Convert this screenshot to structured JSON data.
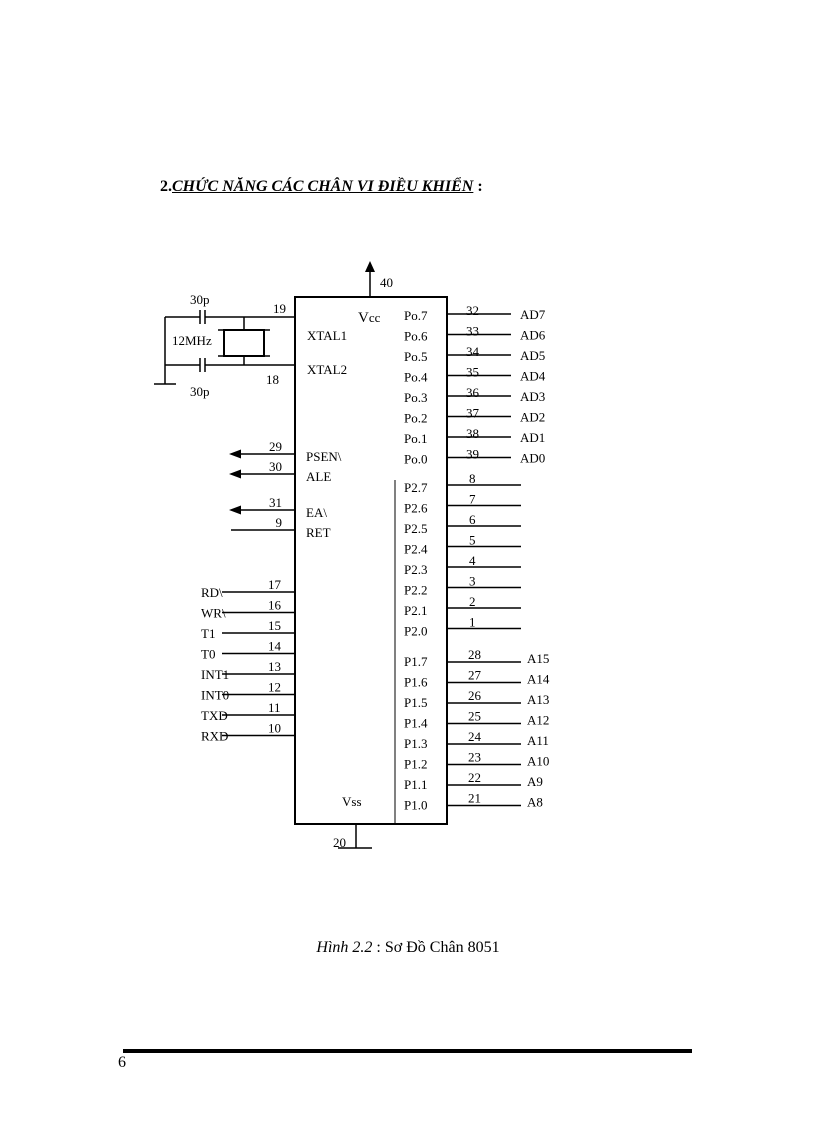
{
  "heading": {
    "number": "2.",
    "title": "CHỨC NĂNG CÁC CHÂN VI ĐIỀU KHIỂN",
    "suffix": " :"
  },
  "chip": {
    "vcc_label": "Vcc",
    "vcc_pin": "40",
    "vss_label": "Vss",
    "vss_pin": "20"
  },
  "crystal": {
    "frequency": "12MHz",
    "cap_top": "30p",
    "cap_bottom": "30p",
    "xtal1_label": "XTAL1",
    "xtal1_pin": "19",
    "xtal2_label": "XTAL2",
    "xtal2_pin": "18"
  },
  "control_pins": [
    {
      "label": "PSEN\\",
      "pin": "29",
      "arrow": true
    },
    {
      "label": "ALE",
      "pin": "30",
      "arrow": true
    },
    {
      "label": "EA\\",
      "pin": "31",
      "arrow": true
    },
    {
      "label": "RET",
      "pin": "9",
      "arrow": false
    }
  ],
  "port3_pins": [
    {
      "signal": "RD\\",
      "pin": "17"
    },
    {
      "signal": "WR\\",
      "pin": "16"
    },
    {
      "signal": "T1",
      "pin": "15"
    },
    {
      "signal": "T0",
      "pin": "14"
    },
    {
      "signal": "INT1",
      "pin": "13"
    },
    {
      "signal": "INT0",
      "pin": "12"
    },
    {
      "signal": "TXD",
      "pin": "11"
    },
    {
      "signal": "RXD",
      "pin": "10"
    }
  ],
  "port0_pins": [
    {
      "label": "Po.7",
      "pin": "32",
      "signal": "AD7"
    },
    {
      "label": "Po.6",
      "pin": "33",
      "signal": "AD6"
    },
    {
      "label": "Po.5",
      "pin": "34",
      "signal": "AD5"
    },
    {
      "label": "Po.4",
      "pin": "35",
      "signal": "AD4"
    },
    {
      "label": "Po.3",
      "pin": "36",
      "signal": "AD3"
    },
    {
      "label": "Po.2",
      "pin": "37",
      "signal": "AD2"
    },
    {
      "label": "Po.1",
      "pin": "38",
      "signal": "AD1"
    },
    {
      "label": "Po.0",
      "pin": "39",
      "signal": "AD0"
    }
  ],
  "port2_pins": [
    {
      "label": "P2.7",
      "pin": "8"
    },
    {
      "label": "P2.6",
      "pin": "7"
    },
    {
      "label": "P2.5",
      "pin": "6"
    },
    {
      "label": "P2.4",
      "pin": "5"
    },
    {
      "label": "P2.3",
      "pin": "4"
    },
    {
      "label": "P2.2",
      "pin": "3"
    },
    {
      "label": "P2.1",
      "pin": "2"
    },
    {
      "label": "P2.0",
      "pin": "1"
    }
  ],
  "port1_pins": [
    {
      "label": "P1.7",
      "pin": "28",
      "signal": "A15"
    },
    {
      "label": "P1.6",
      "pin": "27",
      "signal": "A14"
    },
    {
      "label": "P1.5",
      "pin": "26",
      "signal": "A13"
    },
    {
      "label": "P1.4",
      "pin": "25",
      "signal": "A12"
    },
    {
      "label": "P1.3",
      "pin": "24",
      "signal": "A11"
    },
    {
      "label": "P1.2",
      "pin": "23",
      "signal": "A10"
    },
    {
      "label": "P1.1",
      "pin": "22",
      "signal": "A9"
    },
    {
      "label": "P1.0",
      "pin": "21",
      "signal": "A8"
    }
  ],
  "caption": {
    "figure": "Hình 2.2",
    "separator": " : ",
    "text": "Sơ Đồ Chân 8051"
  },
  "page_number": "6"
}
